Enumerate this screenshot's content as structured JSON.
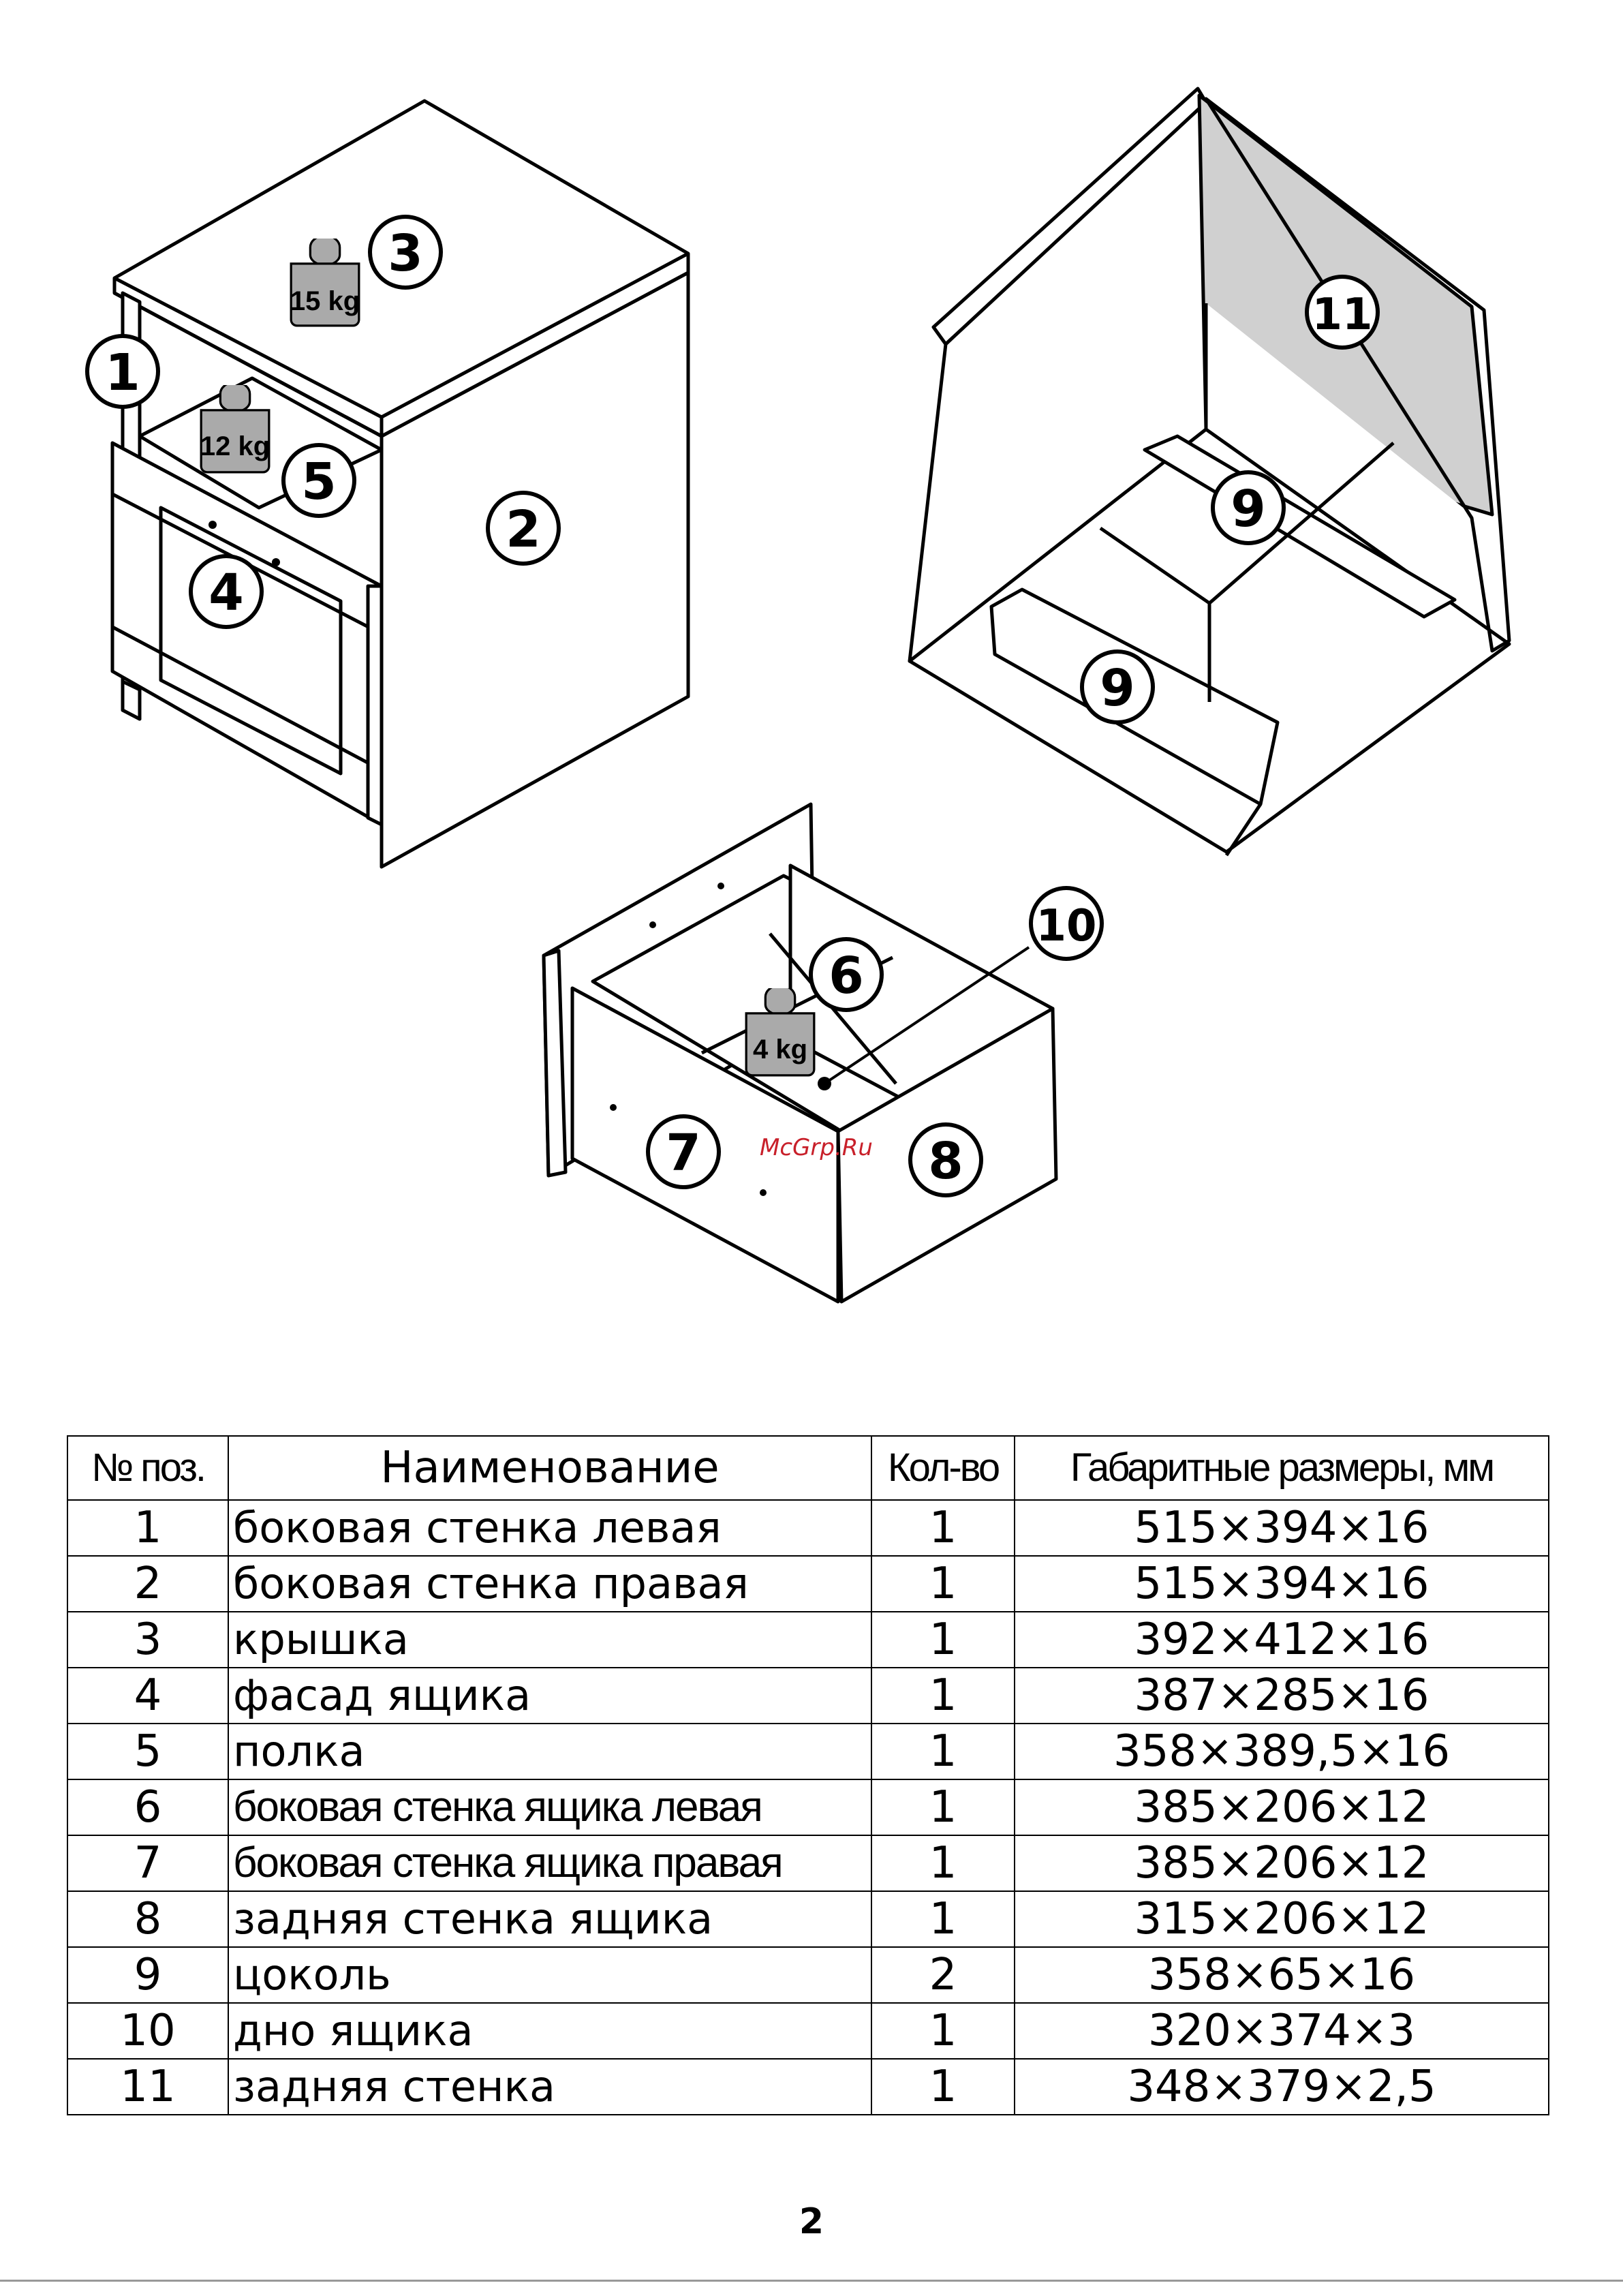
{
  "callouts": {
    "c1": "1",
    "c2": "2",
    "c3": "3",
    "c4": "4",
    "c5": "5",
    "c6": "6",
    "c7": "7",
    "c8": "8",
    "c9a": "9",
    "c9b": "9",
    "c10": "10",
    "c11": "11"
  },
  "weights": {
    "top": "15 kg",
    "shelf": "12 kg",
    "drawer": "4 kg"
  },
  "watermark": "McGrp.Ru",
  "table": {
    "headers": {
      "num": "№ поз.",
      "name": "Наименование",
      "qty": "Кол-во",
      "dims": "Габаритные размеры, мм"
    },
    "rows": [
      {
        "num": "1",
        "name": "боковая стенка левая",
        "qty": "1",
        "dims": "515×394×16"
      },
      {
        "num": "2",
        "name": "боковая стенка правая",
        "qty": "1",
        "dims": "515×394×16"
      },
      {
        "num": "3",
        "name": "крышка",
        "qty": "1",
        "dims": "392×412×16"
      },
      {
        "num": "4",
        "name": "фасад ящика",
        "qty": "1",
        "dims": "387×285×16"
      },
      {
        "num": "5",
        "name": "полка",
        "qty": "1",
        "dims": "358×389,5×16"
      },
      {
        "num": "6",
        "name": "боковая стенка ящика левая",
        "qty": "1",
        "dims": "385×206×12"
      },
      {
        "num": "7",
        "name": "боковая стенка ящика правая",
        "qty": "1",
        "dims": "385×206×12"
      },
      {
        "num": "8",
        "name": "задняя стенка ящика",
        "qty": "1",
        "dims": "315×206×12"
      },
      {
        "num": "9",
        "name": "цоколь",
        "qty": "2",
        "dims": "358×65×16"
      },
      {
        "num": "10",
        "name": "дно ящика",
        "qty": "1",
        "dims": "320×374×3"
      },
      {
        "num": "11",
        "name": "задняя стенка",
        "qty": "1",
        "dims": "348×379×2,5"
      }
    ]
  },
  "page_number": "2"
}
